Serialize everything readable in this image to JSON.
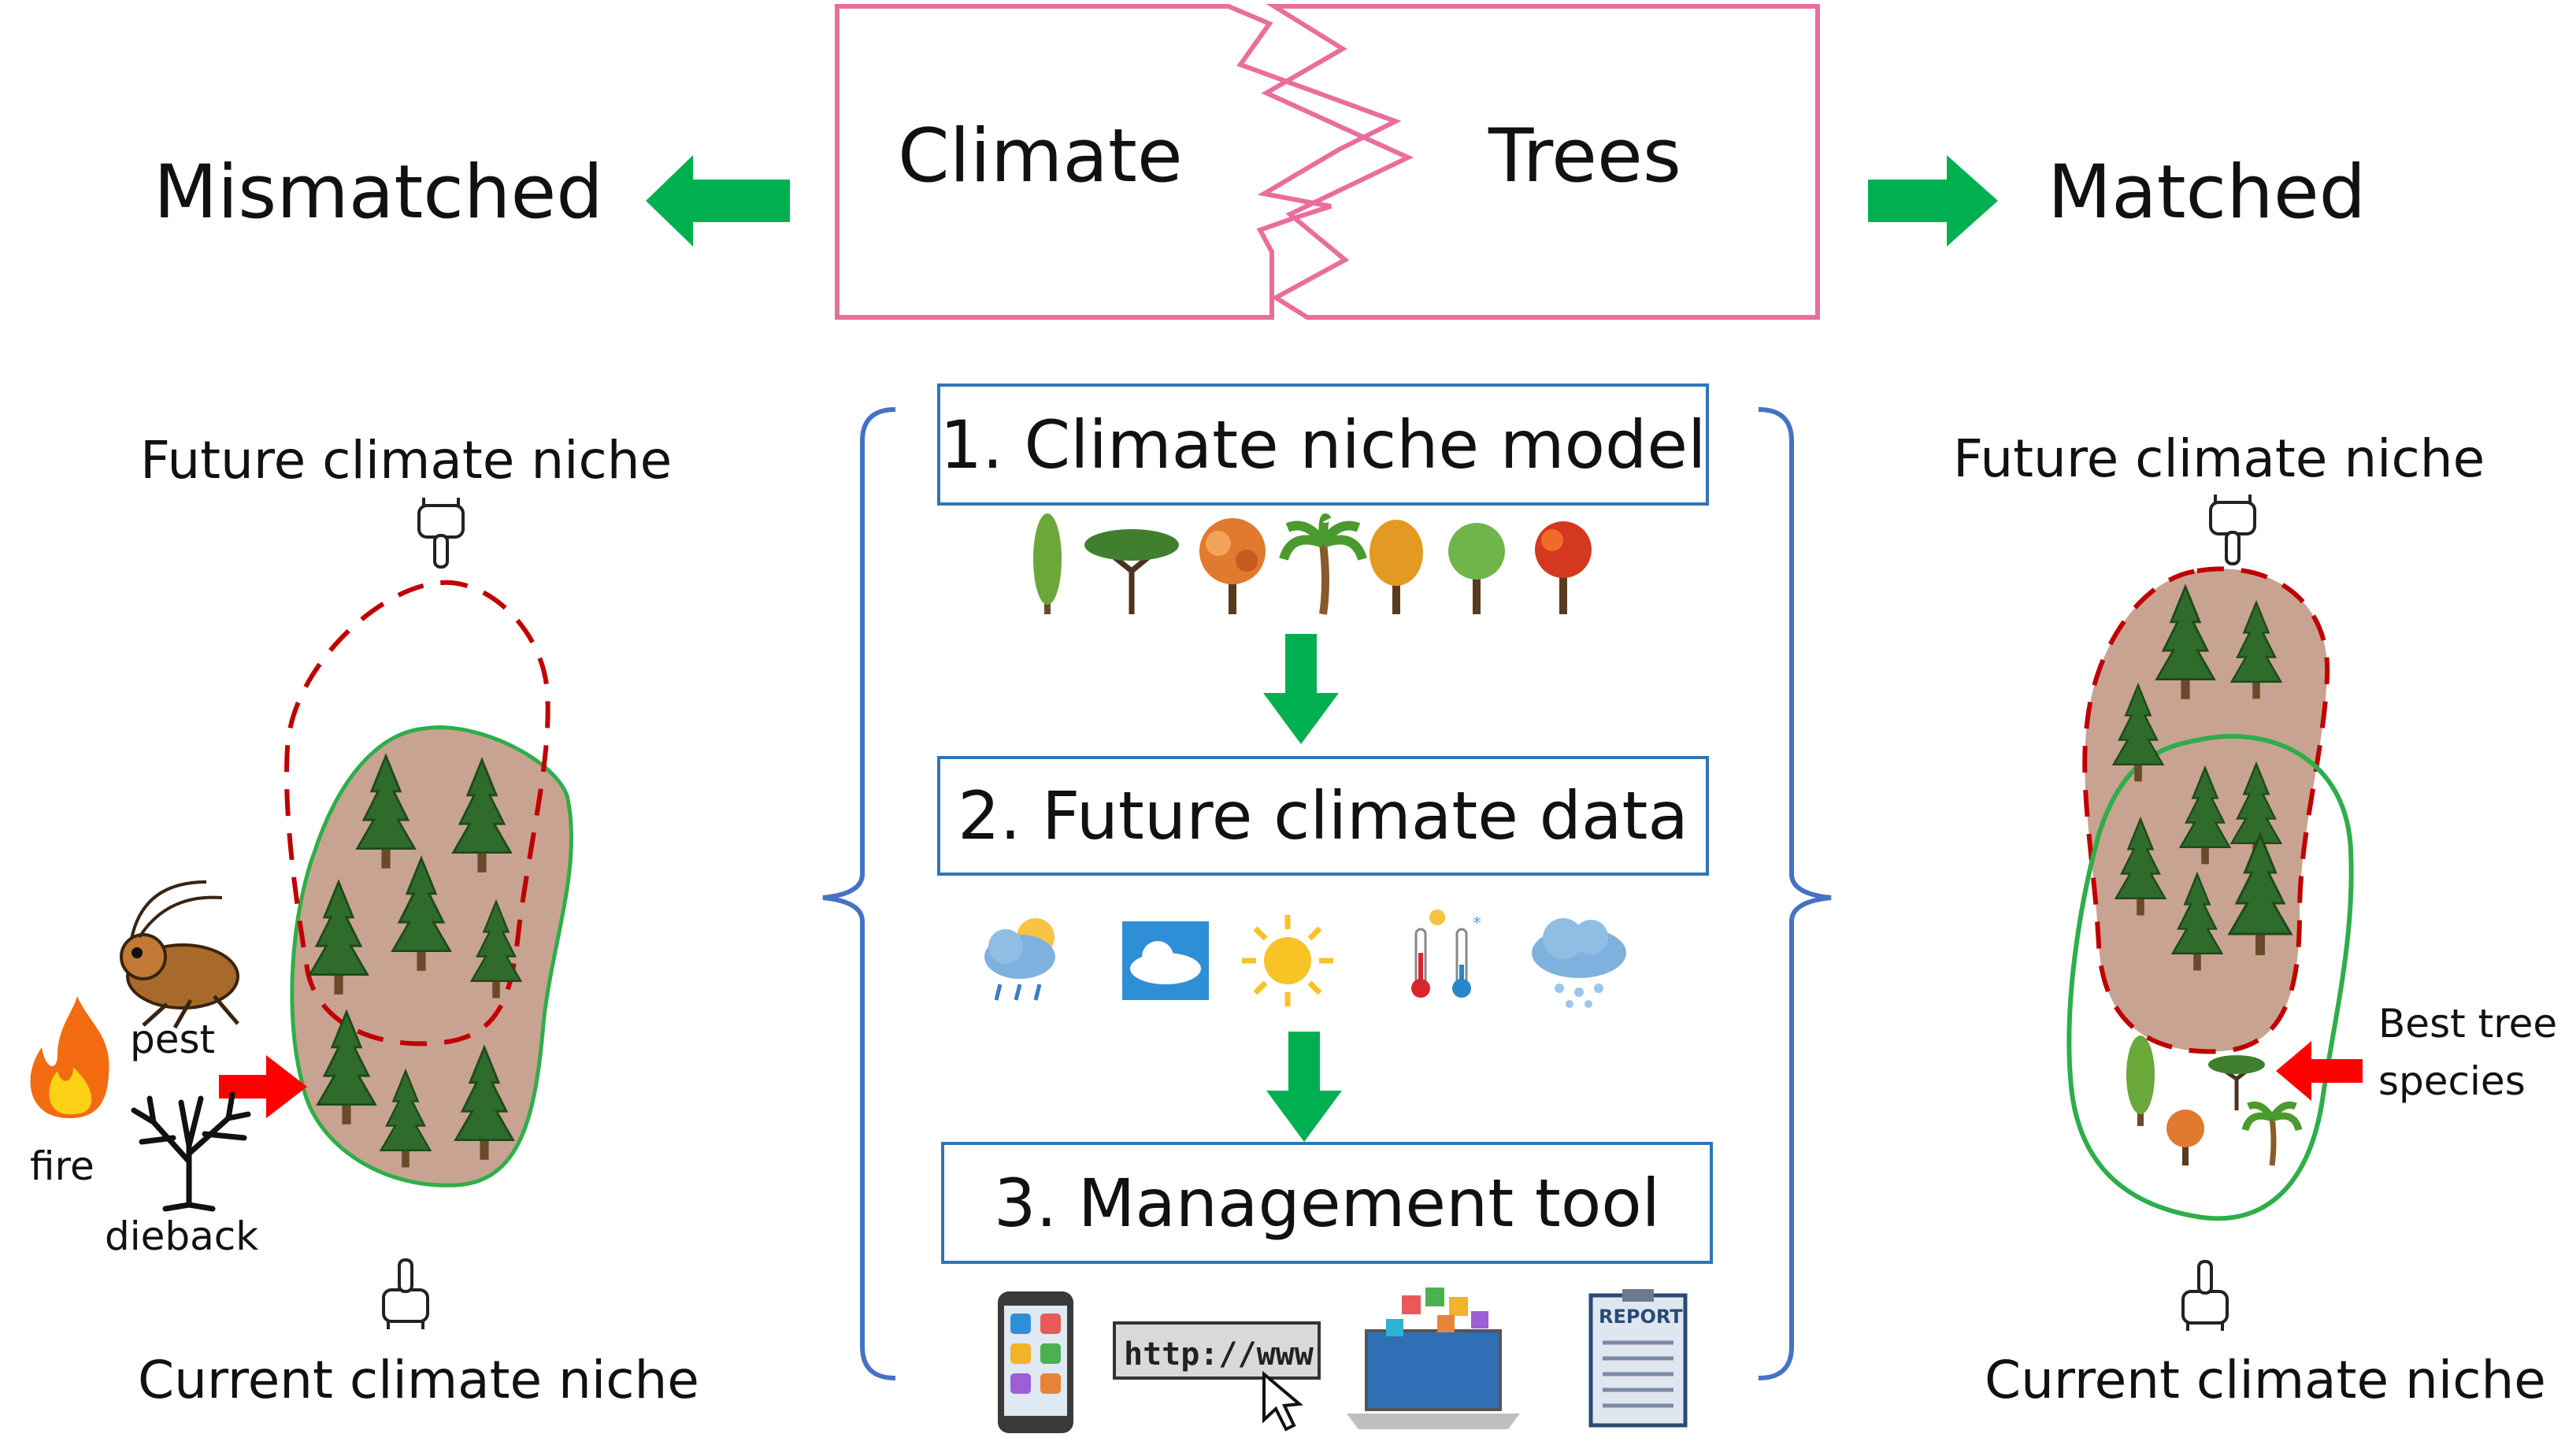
{
  "header": {
    "left_label": "Mismatched",
    "right_label": "Matched",
    "puzzle_left": "Climate",
    "puzzle_right": "Trees"
  },
  "left_panel": {
    "top_label": "Future climate niche",
    "bottom_label": "Current climate niche",
    "threats": [
      "pest",
      "fire",
      "dieback"
    ]
  },
  "right_panel": {
    "top_label": "Future climate niche",
    "bottom_label": "Current climate niche",
    "annotation": [
      "Best tree",
      "species"
    ]
  },
  "steps": [
    {
      "label": "1. Climate niche model",
      "icons": [
        "cypress-tree-icon",
        "acacia-tree-icon",
        "autumn-tree-icon",
        "palm-tree-icon",
        "orange-tree-icon",
        "green-tree-icon",
        "red-tree-icon"
      ]
    },
    {
      "label": "2. Future climate data",
      "icons": [
        "rain-cloud-icon",
        "cloud-sky-icon",
        "sun-icon",
        "thermometer-icon",
        "snow-cloud-icon"
      ]
    },
    {
      "label": "3. Management tool",
      "icons": [
        "smartphone-icon",
        "web-url-icon",
        "laptop-apps-icon",
        "report-icon"
      ]
    }
  ],
  "colors": {
    "puzzle_border": "#e96e9c",
    "arrow_green": "#00b050",
    "arrow_red": "#ff0000",
    "bracket_blue": "#4472c4",
    "box_blue": "#2e75b6",
    "niche_fill": "#c9a391",
    "current_niche_line": "#2eae4a",
    "future_niche_line": "#c00000",
    "tree_green": "#2f6b2a"
  }
}
